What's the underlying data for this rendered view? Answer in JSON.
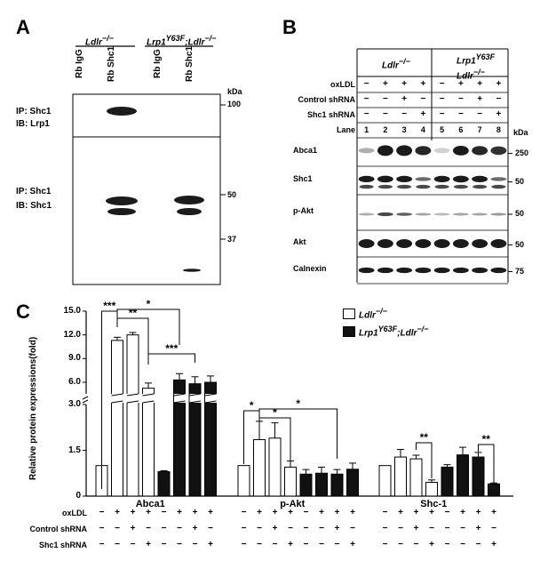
{
  "panels": {
    "a": "A",
    "b": "B",
    "c": "C"
  },
  "panel_a": {
    "group1": "Ldlr",
    "group1_sup": "−/−",
    "group2_pre": "Lrp1",
    "group2_sup": "Y63F",
    "group2_mid": ";Ldlr",
    "group2_sup2": "−/−",
    "lanes": [
      "Rb IgG",
      "Rb Shc1",
      "Rb IgG",
      "Rb Shc1"
    ],
    "kda_label": "kDa",
    "top_ip": "IP: Shc1",
    "top_ib": "IB:  Lrp1",
    "bottom_ip": "IP: Shc1",
    "bottom_ib": "IB: Shc1",
    "markers_top": [
      "100"
    ],
    "markers_bottom": [
      "50",
      "37"
    ]
  },
  "panel_b": {
    "group1": "Ldlr",
    "group1_sup": "−/−",
    "group2_line1": "Lrp1",
    "group2_sup": "Y63F",
    "group2_line2": "Ldlr",
    "group2_sup2": "−/−",
    "conditions": [
      {
        "label": "oxLDL",
        "signs": [
          "−",
          "+",
          "+",
          "+",
          "−",
          "+",
          "+",
          "+"
        ]
      },
      {
        "label": "Control shRNA",
        "signs": [
          "−",
          "−",
          "+",
          "−",
          "−",
          "−",
          "+",
          "−"
        ]
      },
      {
        "label": "Shc1 shRNA",
        "signs": [
          "−",
          "−",
          "−",
          "+",
          "−",
          "−",
          "−",
          "+"
        ]
      }
    ],
    "lane_label": "Lane",
    "lane_numbers": [
      "1",
      "2",
      "3",
      "4",
      "5",
      "6",
      "7",
      "8"
    ],
    "kda_label": "kDa",
    "blots": [
      {
        "label": "Abca1",
        "marker": "250"
      },
      {
        "label": "Shc1",
        "marker": "50"
      },
      {
        "label": "p-Akt",
        "marker": "50"
      },
      {
        "label": "Akt",
        "marker": "50"
      },
      {
        "label": "Calnexin",
        "marker": "75"
      }
    ]
  },
  "panel_c": {
    "legend": [
      {
        "pre": "Ldlr",
        "sup": "−/−",
        "fill": "#ffffff"
      },
      {
        "pre": "Lrp1",
        "sup": "Y63F",
        "mid": ";Ldlr",
        "sup2": "−/−",
        "fill": "#111111"
      }
    ],
    "bottom_rows": [
      {
        "label": "oxLDL",
        "signs": [
          "−",
          "+",
          "+",
          "+",
          "−",
          "+",
          "+",
          "+"
        ]
      },
      {
        "label": "Control shRNA",
        "signs": [
          "−",
          "−",
          "+",
          "−",
          "−",
          "−",
          "+",
          "−"
        ]
      },
      {
        "label": "Shc1 shRNA",
        "signs": [
          "−",
          "−",
          "−",
          "+",
          "−",
          "−",
          "−",
          "+"
        ]
      }
    ],
    "sig": {
      "three": "***",
      "two": "**",
      "one": "*"
    }
  },
  "chart_data": {
    "type": "bar",
    "ylabel": "Relative protein expressions(fold)",
    "y_ticks_lower": [
      "0",
      "1.5",
      "3.0"
    ],
    "y_ticks_upper": [
      "6.0",
      "9.0",
      "12.0",
      "15.0"
    ],
    "axis_break": "3.0 to 6.0 (broken axis)",
    "groups": [
      "Abca1",
      "p-Akt",
      "Shc-1"
    ],
    "series": [
      {
        "name": "Ldlr−/−",
        "color": "#ffffff"
      },
      {
        "name": "Lrp1Y63F;Ldlr−/−",
        "color": "#111111"
      }
    ],
    "bars": [
      {
        "group": "Abca1",
        "lane": 1,
        "series": 0,
        "value": 1.0,
        "err": 0
      },
      {
        "group": "Abca1",
        "lane": 2,
        "series": 0,
        "value": 11.3,
        "err": 0.4
      },
      {
        "group": "Abca1",
        "lane": 3,
        "series": 0,
        "value": 12.0,
        "err": 0.3
      },
      {
        "group": "Abca1",
        "lane": 4,
        "series": 0,
        "value": 5.2,
        "err": 0.7
      },
      {
        "group": "Abca1",
        "lane": 5,
        "series": 1,
        "value": 0.8,
        "err": 0.03
      },
      {
        "group": "Abca1",
        "lane": 6,
        "series": 1,
        "value": 6.3,
        "err": 0.8
      },
      {
        "group": "Abca1",
        "lane": 7,
        "series": 1,
        "value": 5.8,
        "err": 0.9
      },
      {
        "group": "Abca1",
        "lane": 8,
        "series": 1,
        "value": 6.0,
        "err": 0.8
      },
      {
        "group": "p-Akt",
        "lane": 1,
        "series": 0,
        "value": 1.0,
        "err": 0
      },
      {
        "group": "p-Akt",
        "lane": 2,
        "series": 0,
        "value": 1.85,
        "err": 0.6
      },
      {
        "group": "p-Akt",
        "lane": 3,
        "series": 0,
        "value": 1.9,
        "err": 0.5
      },
      {
        "group": "p-Akt",
        "lane": 4,
        "series": 0,
        "value": 0.95,
        "err": 0.2
      },
      {
        "group": "p-Akt",
        "lane": 5,
        "series": 1,
        "value": 0.72,
        "err": 0.15
      },
      {
        "group": "p-Akt",
        "lane": 6,
        "series": 1,
        "value": 0.75,
        "err": 0.2
      },
      {
        "group": "p-Akt",
        "lane": 7,
        "series": 1,
        "value": 0.72,
        "err": 0.15
      },
      {
        "group": "p-Akt",
        "lane": 8,
        "series": 1,
        "value": 0.88,
        "err": 0.2
      },
      {
        "group": "Shc-1",
        "lane": 1,
        "series": 0,
        "value": 1.0,
        "err": 0
      },
      {
        "group": "Shc-1",
        "lane": 2,
        "series": 0,
        "value": 1.28,
        "err": 0.25
      },
      {
        "group": "Shc-1",
        "lane": 3,
        "series": 0,
        "value": 1.22,
        "err": 0.12
      },
      {
        "group": "Shc-1",
        "lane": 4,
        "series": 0,
        "value": 0.45,
        "err": 0.08
      },
      {
        "group": "Shc-1",
        "lane": 5,
        "series": 1,
        "value": 0.95,
        "err": 0.08
      },
      {
        "group": "Shc-1",
        "lane": 6,
        "series": 1,
        "value": 1.35,
        "err": 0.25
      },
      {
        "group": "Shc-1",
        "lane": 7,
        "series": 1,
        "value": 1.28,
        "err": 0.15
      },
      {
        "group": "Shc-1",
        "lane": 8,
        "series": 1,
        "value": 0.4,
        "err": 0.03
      }
    ]
  }
}
